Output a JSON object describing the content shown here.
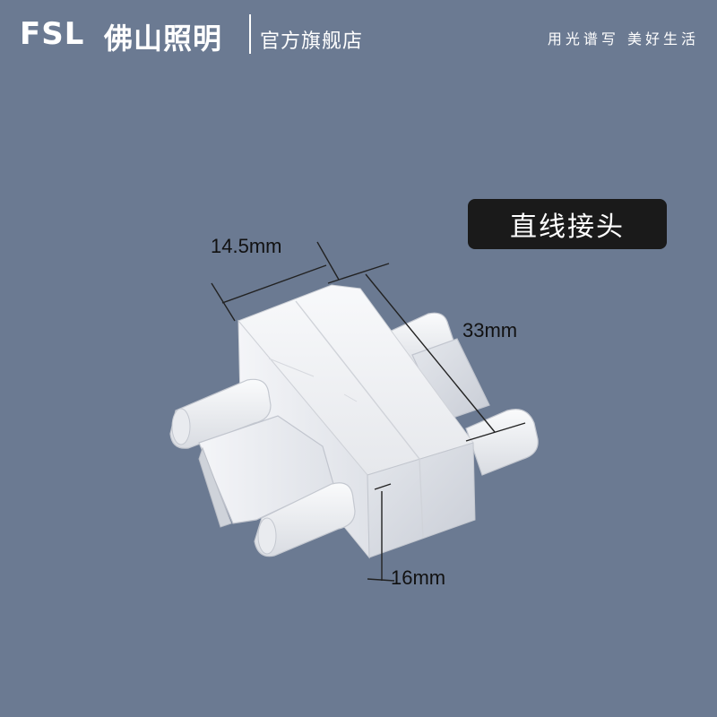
{
  "header": {
    "logo_latin": "FSL",
    "logo_chinese": "佛山照明",
    "store_label": "官方旗舰店",
    "slogan": "用光谱写 美好生活"
  },
  "badge": {
    "label": "直线接头"
  },
  "dimensions": {
    "width": "14.5mm",
    "length": "33mm",
    "height": "16mm"
  }
}
